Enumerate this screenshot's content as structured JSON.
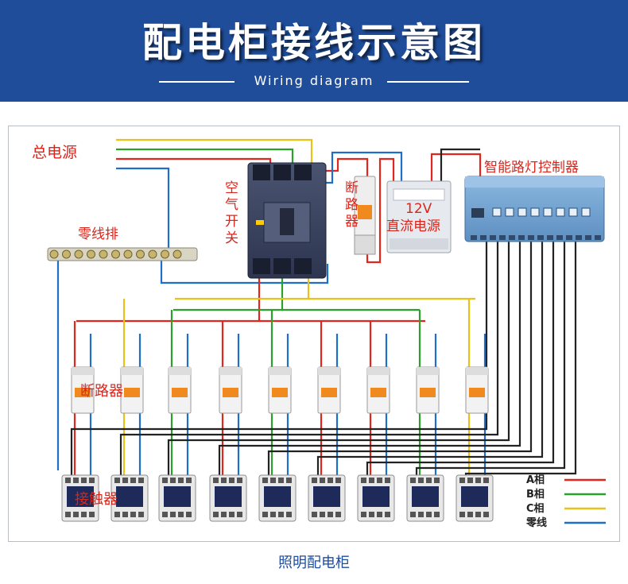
{
  "header": {
    "title": "配电柜接线示意图",
    "subtitle": "Wiring diagram",
    "bg_color": "#1f4d9a"
  },
  "labels": {
    "main_power": "总电源",
    "neutral_bar": "零线排",
    "air_switch": "空气开关",
    "breaker_small": "断路器",
    "power_supply_line1": "12V",
    "power_supply_line2": "直流电源",
    "controller": "智能路灯控制器",
    "breakers_row": "断路器",
    "contactors_row": "接触器"
  },
  "legend": [
    {
      "label": "A相",
      "color": "#e0271e"
    },
    {
      "label": "B相",
      "color": "#2ca02c"
    },
    {
      "label": "C相",
      "color": "#e8c21a"
    },
    {
      "label": "零线",
      "color": "#1f6fc8"
    }
  ],
  "colors": {
    "phase_a": "#e0271e",
    "phase_b": "#2ca02c",
    "phase_c": "#e8c21a",
    "neutral": "#1f6fc8",
    "control": "#222222",
    "label_red": "#d9261c"
  },
  "caption": "照明配电柜"
}
